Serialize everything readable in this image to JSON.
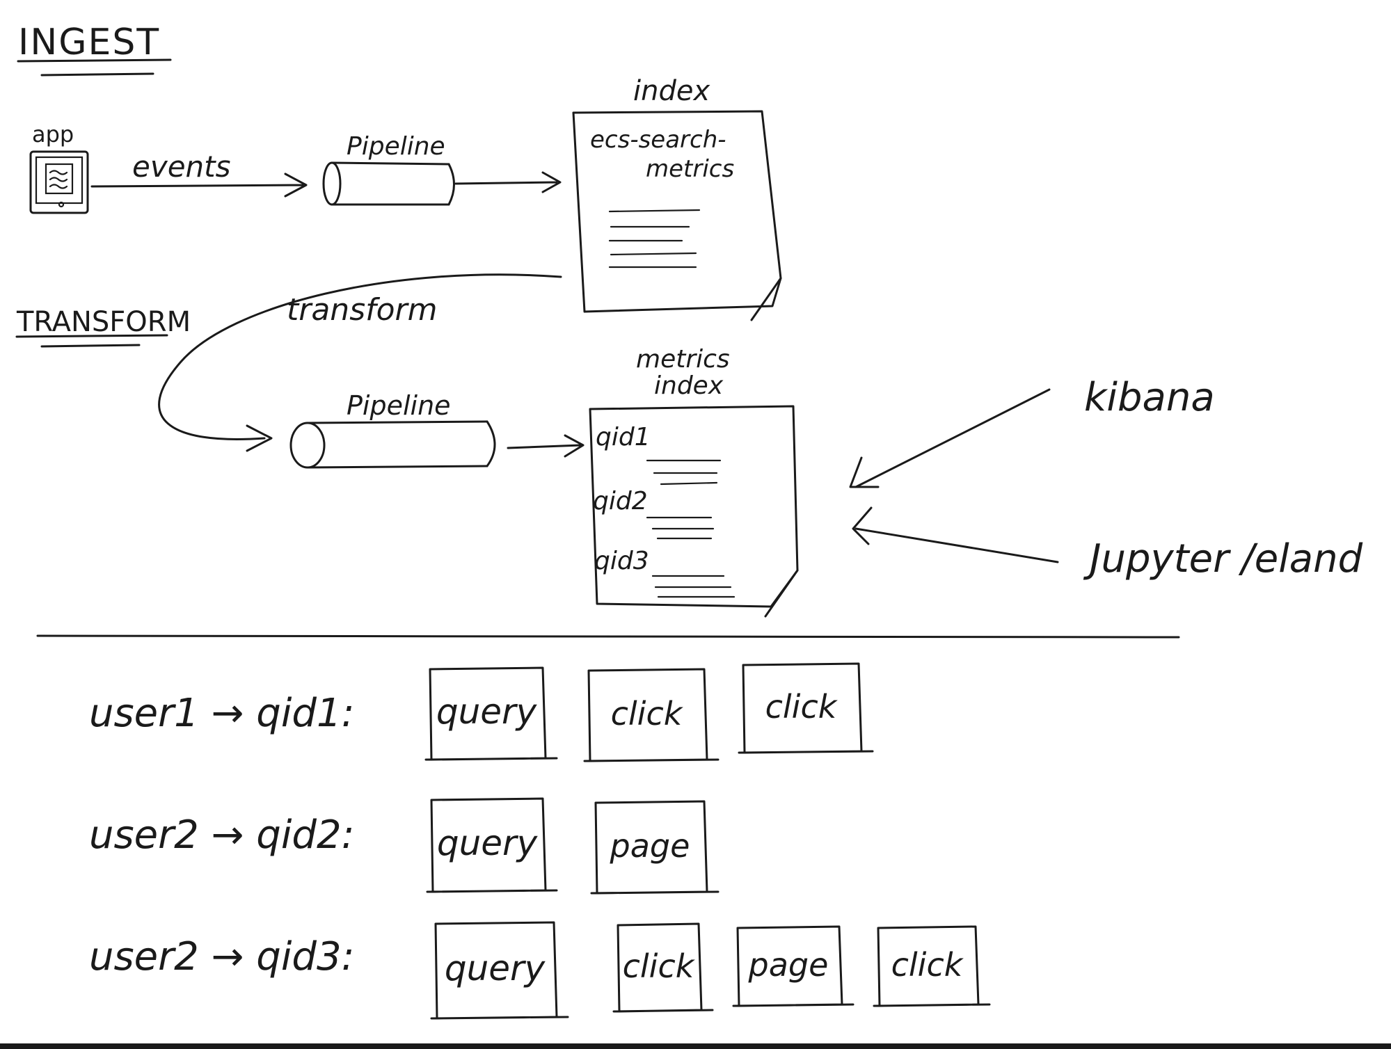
{
  "sections": {
    "ingest": "INGEST",
    "transform": "TRANSFORM"
  },
  "ingest": {
    "app_label": "app",
    "events_label": "events",
    "pipeline_label": "Pipeline",
    "index_label": "index",
    "index_name_line1": "ecs-search-",
    "index_name_line2": "metrics"
  },
  "transform": {
    "transform_label": "transform",
    "pipeline_label": "Pipeline",
    "metrics_index_line1": "metrics",
    "metrics_index_line2": "index",
    "qids": [
      "qid1",
      "qid2",
      "qid3"
    ],
    "kibana_label": "kibana",
    "jupyter_label": "Jupyter /eland"
  },
  "sessions": [
    {
      "label": "user1 → qid1:",
      "events": [
        "query",
        "click",
        "click"
      ]
    },
    {
      "label": "user2 → qid2:",
      "events": [
        "query",
        "page"
      ]
    },
    {
      "label": "user2 → qid3:",
      "events": [
        "query",
        "click",
        "page",
        "click"
      ]
    }
  ]
}
